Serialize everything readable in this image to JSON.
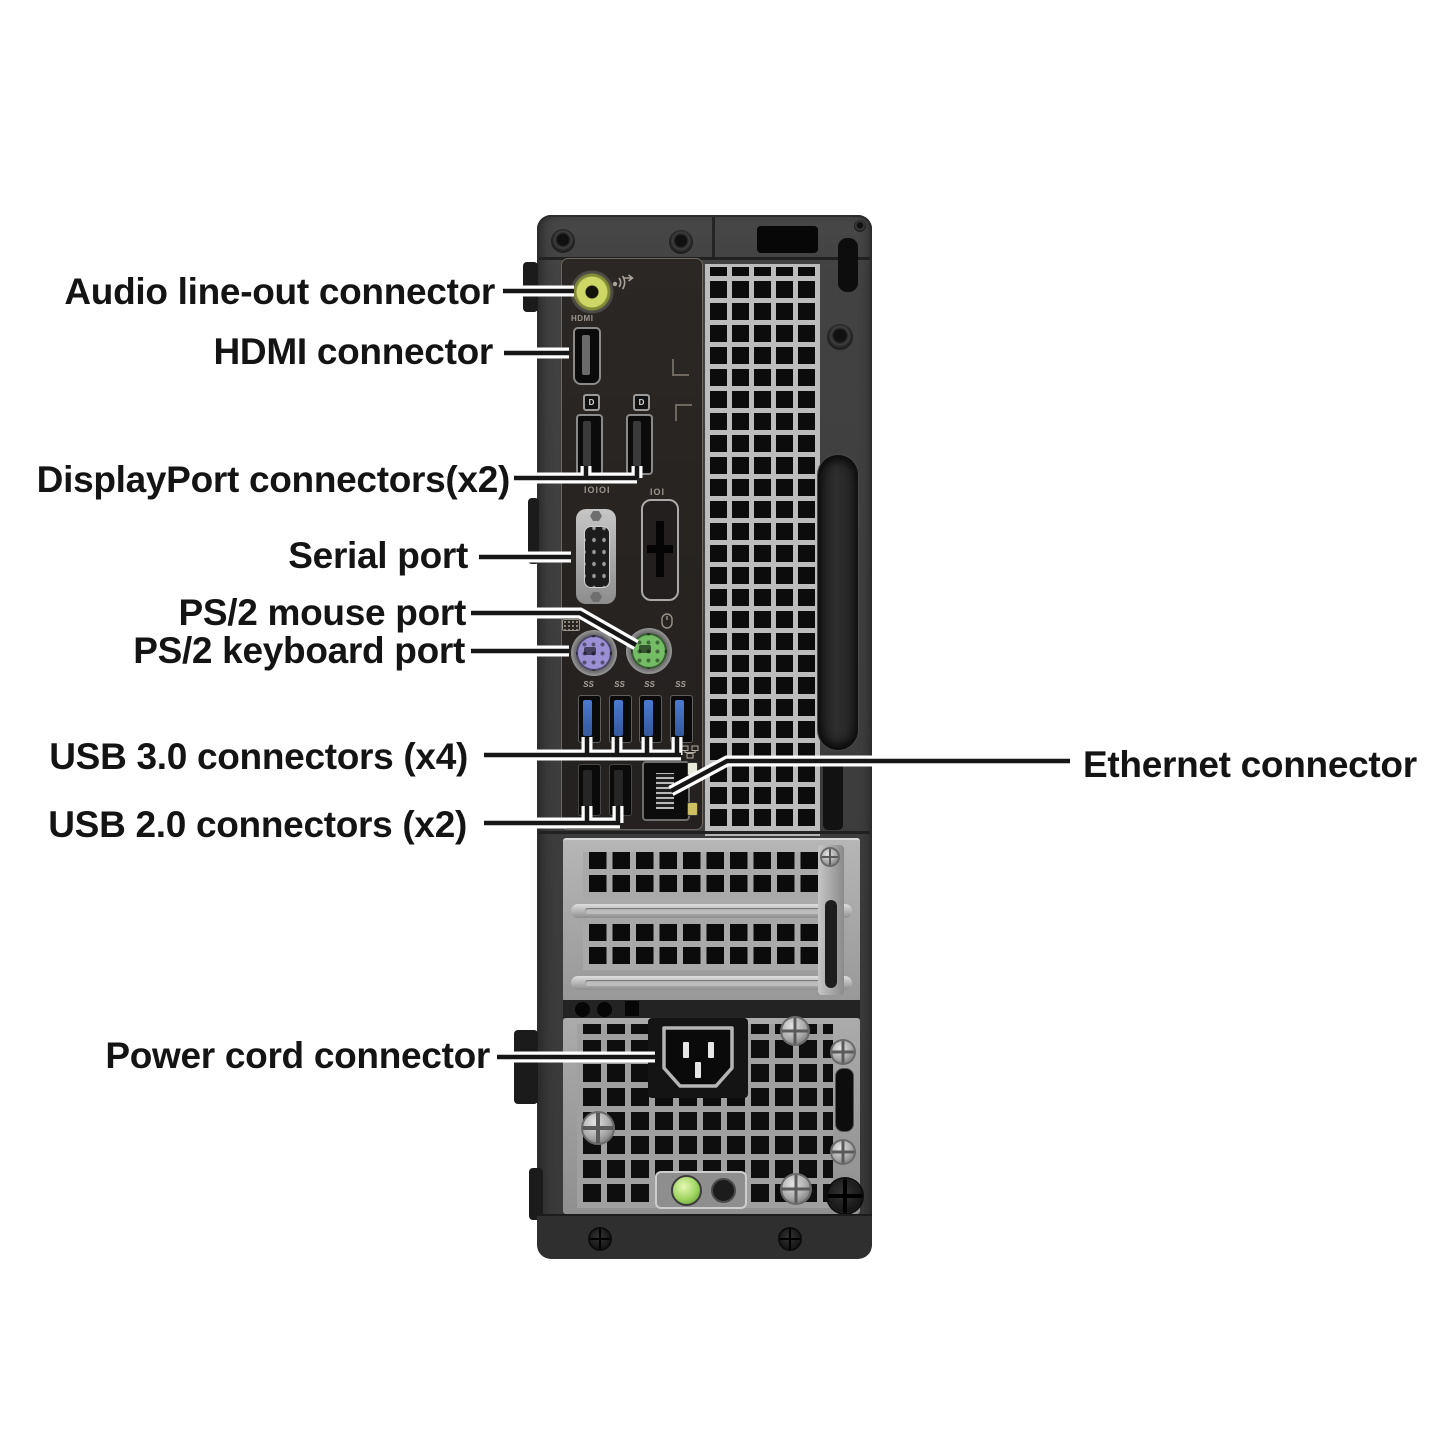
{
  "figure": {
    "kind": "hardware-port-diagram",
    "device": "small-form-factor desktop rear panel"
  },
  "labels": {
    "audio_line_out": "Audio line-out connector",
    "hdmi": "HDMI connector",
    "displayport": "DisplayPort connectors(x2)",
    "serial": "Serial port",
    "ps2_mouse": "PS/2 mouse port",
    "ps2_keyboard": "PS/2 keyboard port",
    "usb3": "USB 3.0 connectors (x4)",
    "usb2": "USB 2.0 connectors (x2)",
    "ethernet": "Ethernet connector",
    "power": "Power cord connector"
  },
  "port_markings": {
    "hdmi": "HDMI",
    "serial": "IOIOI",
    "serial_knockout": "IOI",
    "usb3_superspeed": "SS",
    "displayport_logo": "D"
  },
  "colors": {
    "audio_jack": "#ccd765",
    "ps2_keyboard": "#9c90d4",
    "ps2_mouse": "#74bd66",
    "usb3_tongue": "#4a7ad0",
    "power_led": "#9ed45f",
    "chassis_dark": "#3d3d3d",
    "vent_silver": "#bcbcbc",
    "callout_text": "#141414",
    "background": "#ffffff"
  }
}
